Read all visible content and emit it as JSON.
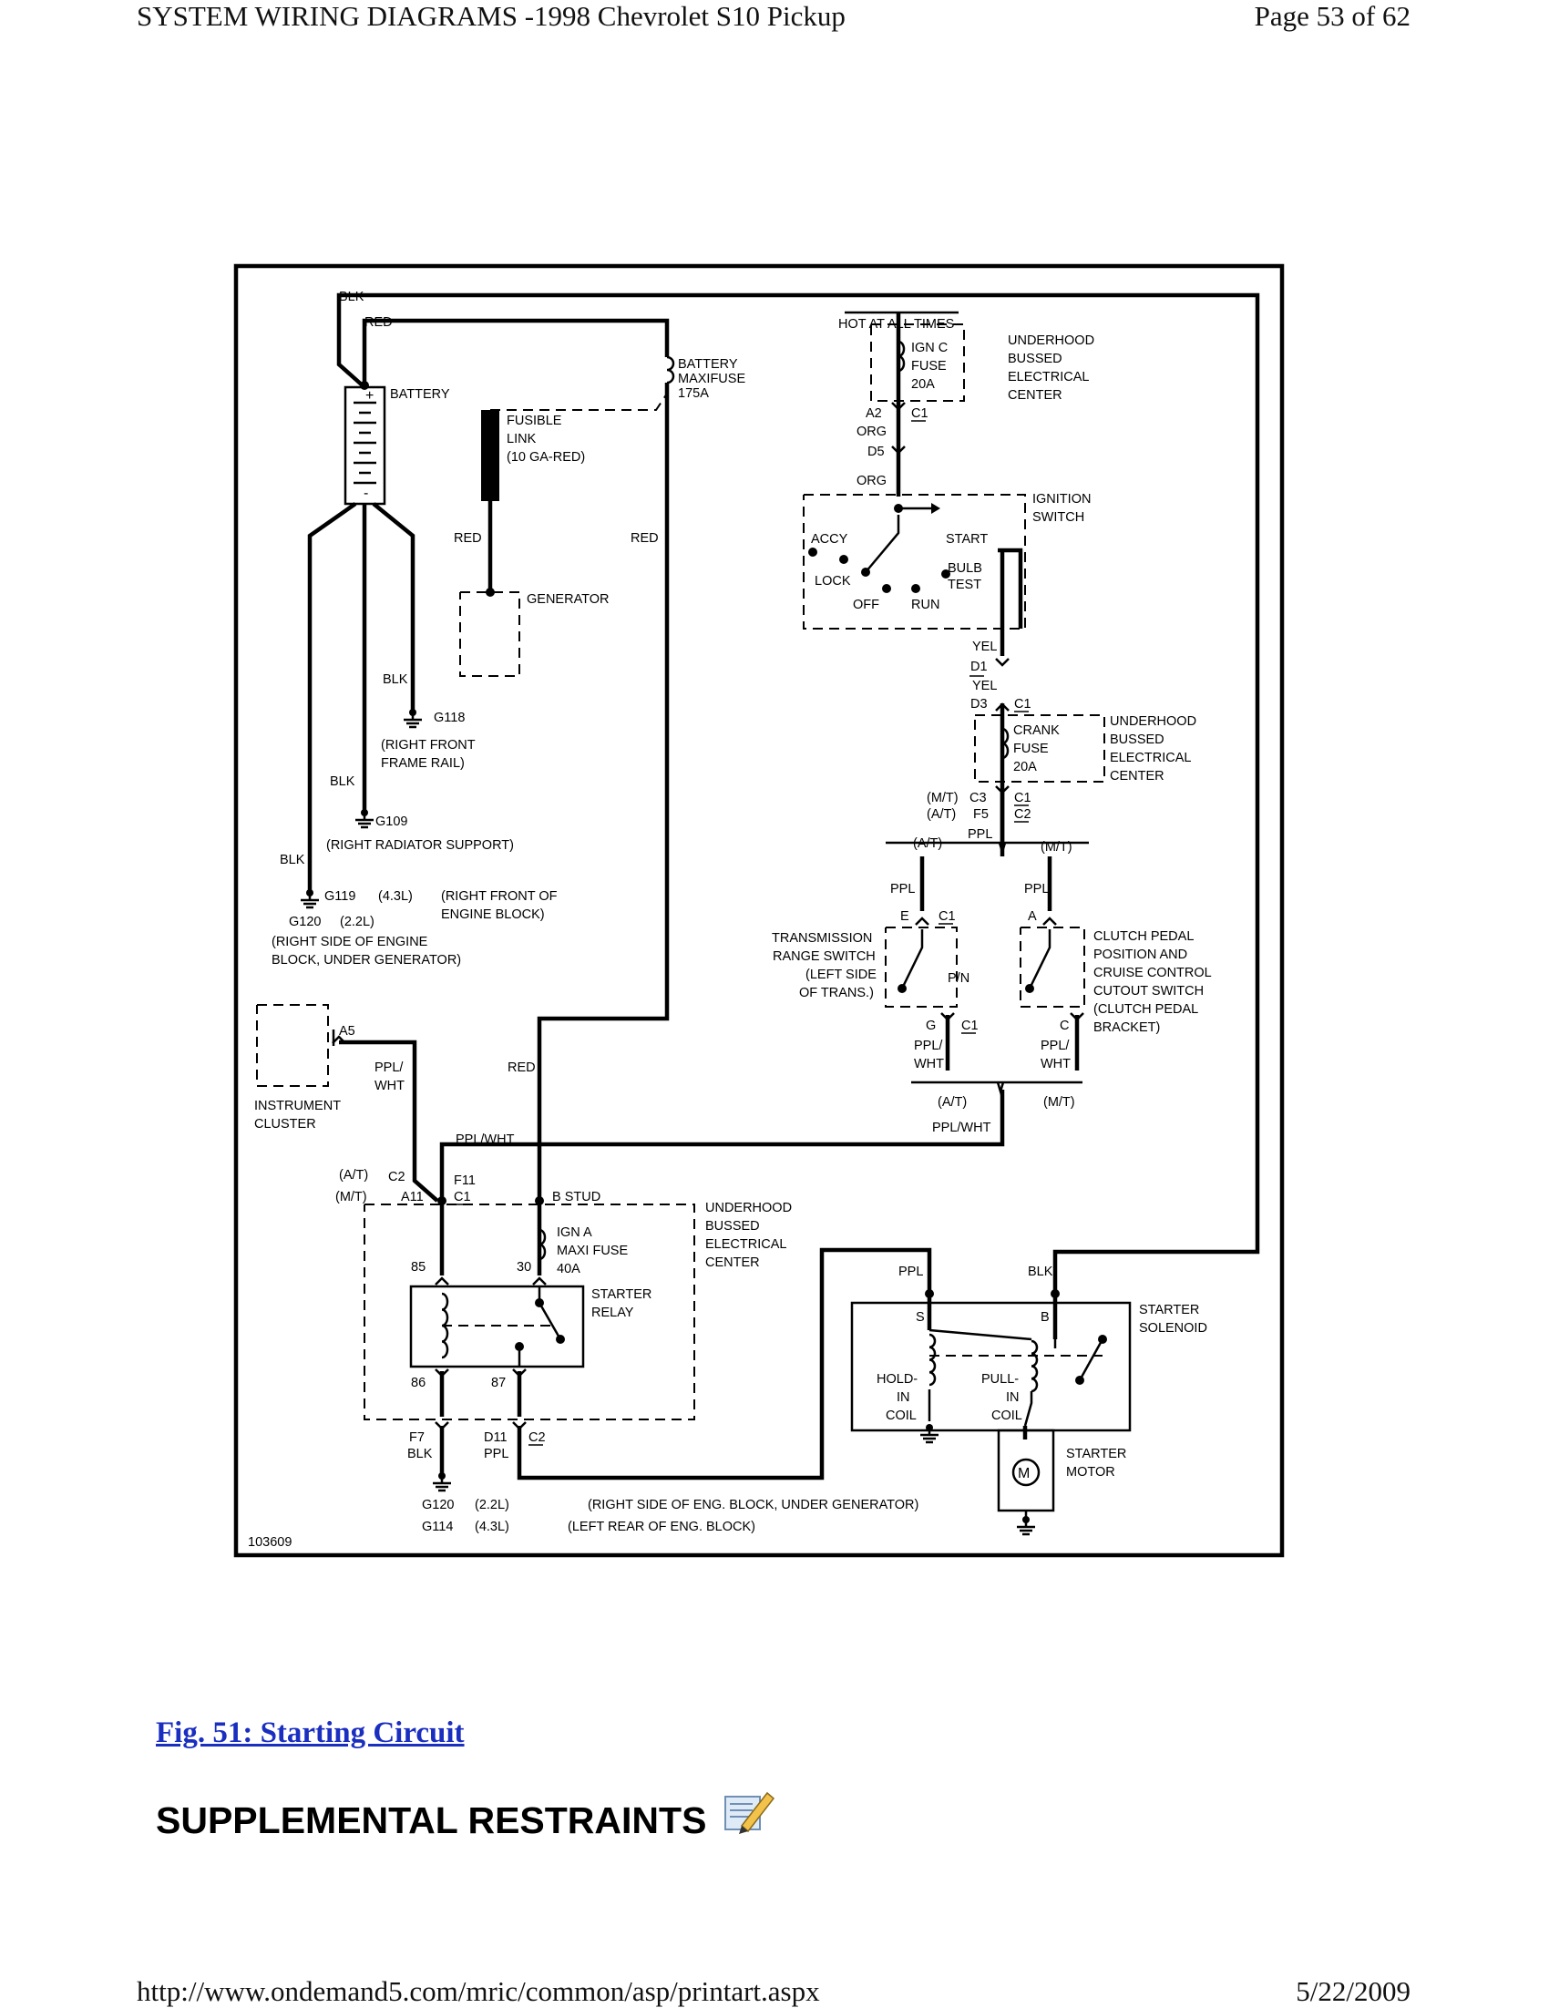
{
  "header": {
    "title": "SYSTEM WIRING DIAGRAMS -1998 Chevrolet S10 Pickup",
    "page": "Page 53 of 62"
  },
  "footer": {
    "url": "http://www.ondemand5.com/mric/common/asp/printart.aspx",
    "date": "5/22/2009"
  },
  "figure": {
    "caption": "Fig. 51: Starting Circuit",
    "id_label": "103609"
  },
  "section": {
    "heading": "SUPPLEMENTAL RESTRAINTS",
    "icon": "edit-note-icon"
  },
  "diagram": {
    "labels": [
      "BLK",
      "RED",
      "BATTERY",
      "+",
      "-",
      "BATTERY",
      "MAXIFUSE",
      "175A",
      "FUSIBLE",
      "LINK",
      "(10 GA-RED)",
      "RED",
      "RED",
      "GENERATOR",
      "BLK",
      "G118",
      "(RIGHT FRONT",
      "FRAME RAIL)",
      "BLK",
      "G109",
      "(RIGHT RADIATOR SUPPORT)",
      "BLK",
      "G119",
      "(4.3L)",
      "(RIGHT FRONT OF",
      "ENGINE BLOCK)",
      "G120",
      "(2.2L)",
      "(RIGHT SIDE OF ENGINE",
      "BLOCK, UNDER GENERATOR)",
      "HOT AT ALL TIMES",
      "IGN C",
      "FUSE",
      "20A",
      "UNDERHOOD",
      "BUSSED",
      "ELECTRICAL",
      "CENTER",
      "A2",
      "C1",
      "ORG",
      "D5",
      "ORG",
      "IGNITION",
      "SWITCH",
      "ACCY",
      "START",
      "LOCK",
      "BULB",
      "TEST",
      "OFF",
      "RUN",
      "YEL",
      "D1",
      "YEL",
      "D3",
      "C1",
      "CRANK",
      "FUSE",
      "20A",
      "UNDERHOOD",
      "BUSSED",
      "ELECTRICAL",
      "CENTER",
      "(M/T)",
      "C3",
      "C1",
      "(A/T)",
      "F5",
      "C2",
      "PPL",
      "(A/T)",
      "(M/T)",
      "PPL",
      "PPL",
      "E",
      "C1",
      "A",
      "TRANSMISSION",
      "RANGE SWITCH",
      "(LEFT SIDE",
      "OF TRANS.)",
      "P/N",
      "CLUTCH PEDAL",
      "POSITION AND",
      "CRUISE CONTROL",
      "CUTOUT SWITCH",
      "(CLUTCH PEDAL",
      "BRACKET)",
      "G",
      "C1",
      "C",
      "PPL/",
      "WHT",
      "PPL/",
      "WHT",
      "(A/T)",
      "(M/T)",
      "PPL/WHT",
      "A5",
      "PPL/",
      "WHT",
      "RED",
      "INSTRUMENT",
      "CLUSTER",
      "PPL/WHT",
      "(A/T)",
      "C2",
      "F11",
      "(M/T)",
      "A11",
      "C1",
      "B STUD",
      "UNDERHOOD",
      "BUSSED",
      "ELECTRICAL",
      "CENTER",
      "IGN A",
      "MAXI FUSE",
      "40A",
      "85",
      "30",
      "STARTER",
      "RELAY",
      "86",
      "87",
      "F7",
      "BLK",
      "D11",
      "PPL",
      "C2",
      "G120",
      "(2.2L)",
      "(RIGHT SIDE OF ENG. BLOCK, UNDER GENERATOR)",
      "G114",
      "(4.3L)",
      "(LEFT REAR OF ENG. BLOCK)",
      "PPL",
      "BLK",
      "S",
      "B",
      "STARTER",
      "SOLENOID",
      "HOLD-",
      "IN",
      "COIL",
      "PULL-",
      "IN",
      "COIL",
      "STARTER",
      "MOTOR",
      "M"
    ]
  }
}
